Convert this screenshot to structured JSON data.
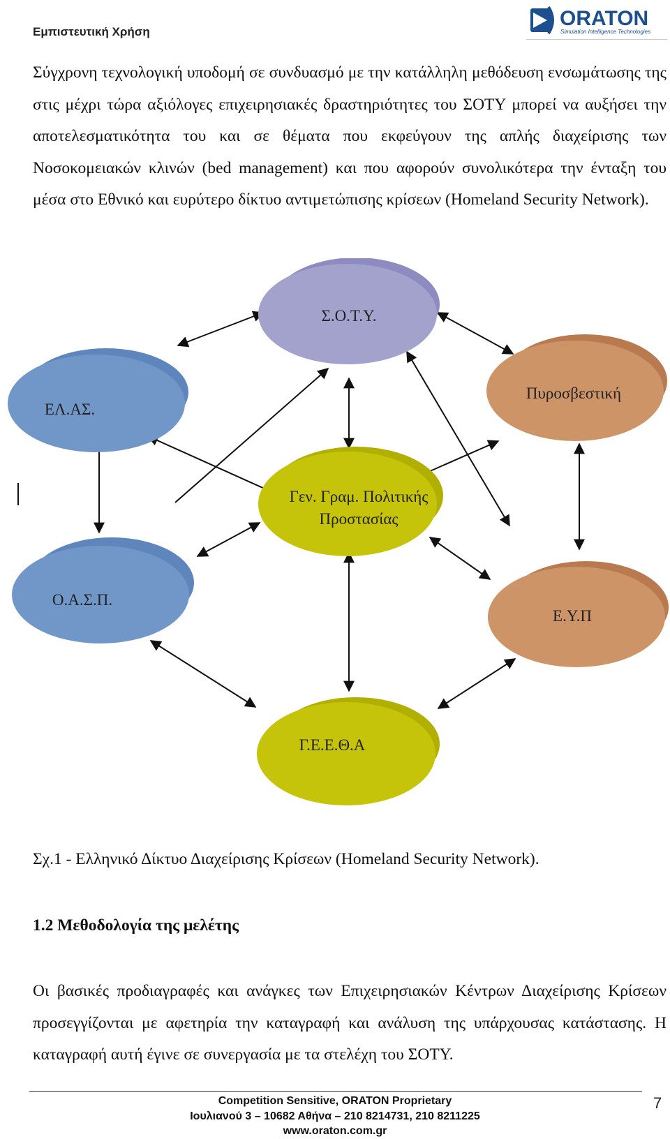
{
  "header": {
    "classification": "Εμπιστευτική Χρήση",
    "logo_text": "ORATON",
    "logo_tagline": "Simulation Intelligence Technologies"
  },
  "paragraph1": "Σύγχρονη τεχνολογική υποδομή σε συνδυασμό με την κατάλληλη μεθόδευση ενσωμάτωσης της στις μέχρι τώρα αξιόλογες επιχειρησιακές δραστηριότητες του ΣΟΤΥ μπορεί να αυξήσει την αποτελεσματικότητα του και σε θέματα που εκφεύγουν της απλής διαχείρισης των Νοσοκομειακών κλινών (bed management) και που αφορούν συνολικότερα την ένταξη του μέσα στο Εθνικό και ευρύτερο δίκτυο αντιμετώπισης κρίσεων (Homeland Security Network).",
  "diagram": {
    "nodes": {
      "sotu": "Σ.Ο.Τ.Υ.",
      "elas": "ΕΛ.ΑΣ.",
      "pyro": "Πυροσβεστική",
      "gen_line1": "Γεν. Γραμ. Πολιτικής",
      "gen_line2": "Προστασίας",
      "oasp": "Ο.Α.Σ.Π.",
      "eyp": "Ε.Υ.Π",
      "geetha": "Γ.Ε.Ε.Θ.Α"
    },
    "colors": {
      "blue": "#7097c7",
      "lavender": "#a3a2cd",
      "olive": "#c5c40a",
      "tan": "#cd9468"
    }
  },
  "caption": "Σχ.1 - Ελληνικό Δίκτυο Διαχείρισης Κρίσεων (Homeland Security Network).",
  "section_heading": "1.2 Μεθοδολογία της μελέτης",
  "paragraph2": "Οι βασικές προδιαγραφές και ανάγκες των Επιχειρησιακών Κέντρων Διαχείρισης Κρίσεων προσεγγίζονται με αφετηρία την καταγραφή και ανάλυση της υπάρχουσας κατάστασης. Η καταγραφή αυτή έγινε σε συνεργασία με τα στελέχη του ΣΟΤΥ.",
  "footer": {
    "line1": "Competition Sensitive, ORATON Proprietary",
    "line2": "Ιουλιανού 3 – 10682 Αθήνα – 210 8214731, 210 8211225",
    "line3": "www.oraton.com.gr",
    "page_number": "7"
  }
}
